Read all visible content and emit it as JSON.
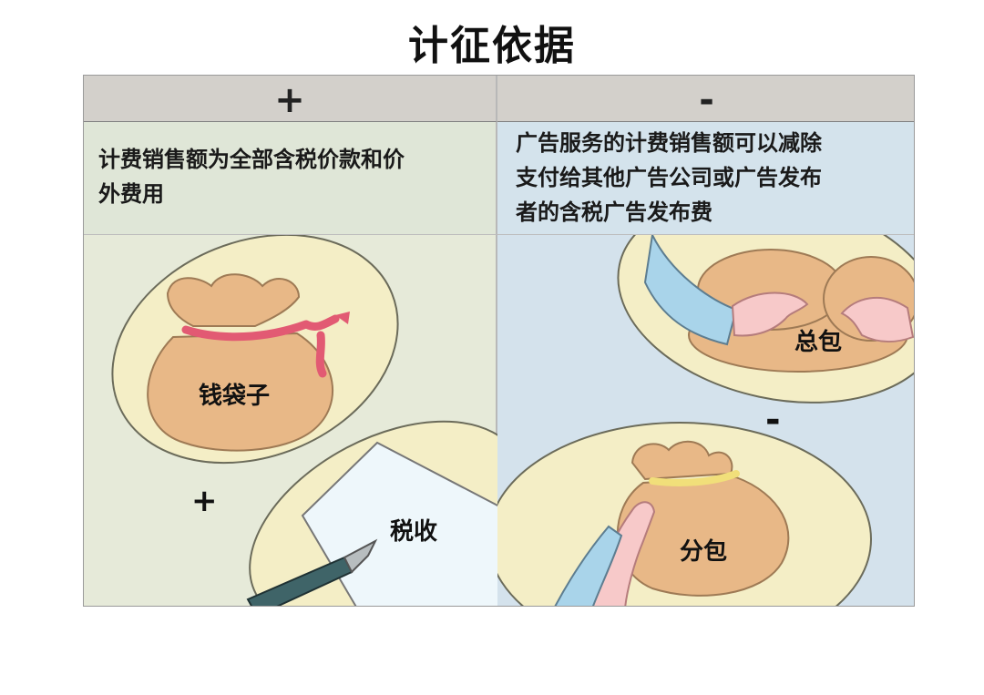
{
  "title": "计征依据",
  "header": {
    "plus_label": "+",
    "minus_label": "-"
  },
  "left_desc": {
    "line1": "计费销售额为全部含税价款和价",
    "line2": "外费用"
  },
  "right_desc": {
    "line1": "广告服务的计费销售额可以减除",
    "line2": "支付给其他广告公司或广告发布",
    "line3": "者的含税广告发布费"
  },
  "left_illustration": {
    "money_bag_label": "钱袋子",
    "plus_label": "+",
    "tax_label": "税收"
  },
  "right_illustration": {
    "general_package_label": "总包",
    "minus_label": "-",
    "subpackage_label": "分包"
  },
  "colors": {
    "header_bg": "#d3d0cb",
    "left_bg": "#e6ead9",
    "right_bg": "#d4e2ec",
    "bag": "#e8b887",
    "rope": "#e25a73",
    "plate": "#f4eec6"
  }
}
